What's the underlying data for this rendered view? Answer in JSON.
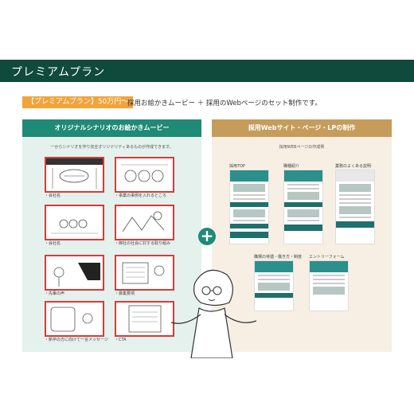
{
  "header": {
    "title": "プレミアムプラン"
  },
  "plan": {
    "tag": "【プレミアムプラン】50万円〜",
    "description": "採用お絵かきムービー ＋ 採用のWebページのセット制作です。"
  },
  "left_panel": {
    "title": "オリジナルシナリオのお絵かきムービー",
    "note": "一からシナリオを作り完全オリジナリティあるものが作成できます。",
    "thumbnails": [
      {
        "caption": "・会社名"
      },
      {
        "caption": "・事業の事例を入れるところ"
      },
      {
        "caption": "・会社名"
      },
      {
        "caption": "・御社の社会に対する取り組み"
      },
      {
        "caption": "・先輩の声"
      },
      {
        "caption": "・募集要項"
      },
      {
        "caption": "・新卒の方に向けて一言メッセージ"
      },
      {
        "caption": "・CTA"
      }
    ]
  },
  "right_panel": {
    "title": "採用Webサイト・ページ・LPの制作",
    "subtitle": "採用WEBページの作成例",
    "pages": [
      {
        "label": "採用TOP"
      },
      {
        "label": "職種紹介"
      },
      {
        "label": "業務のよくある説明"
      },
      {
        "label": "職場の待遇・働き方・制度"
      },
      {
        "label": "エントリーフォーム"
      }
    ]
  },
  "plus_symbol": "+"
}
